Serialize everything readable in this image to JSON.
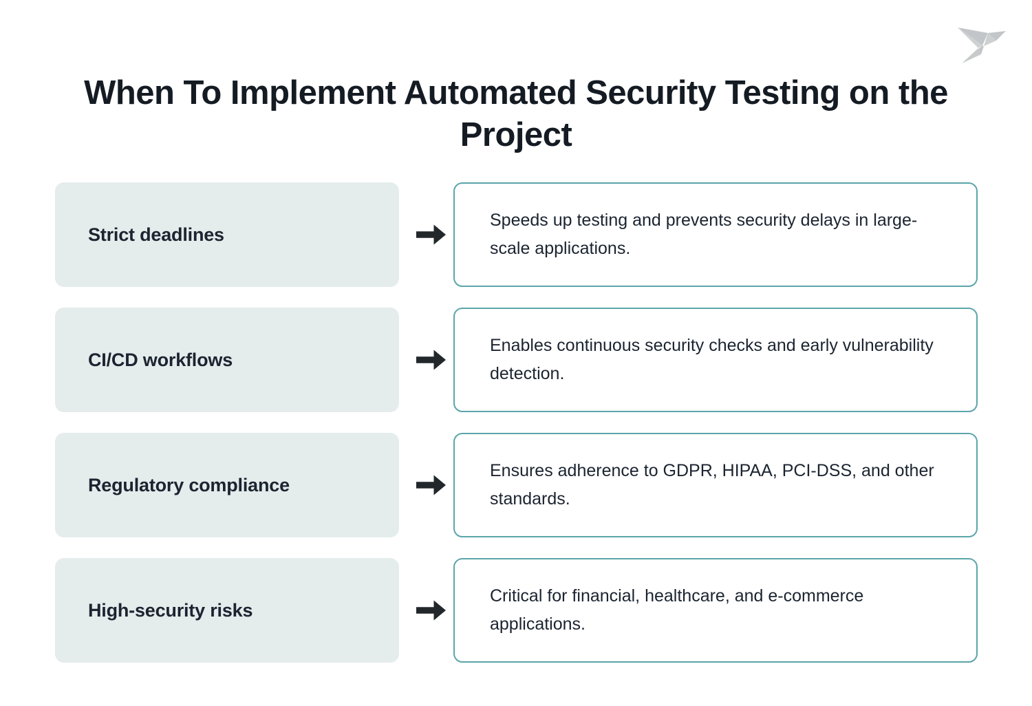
{
  "page": {
    "title": "When To Implement Automated Security Testing on the Project",
    "background_color": "#ffffff",
    "accent_color": "#5ba5aa",
    "term_box_color": "#e5ecec",
    "text_color": "#1b2430",
    "heading_color": "#151b23"
  },
  "logo": {
    "name": "origami-bird-logo",
    "color": "#c3c6c8"
  },
  "rows": [
    {
      "term": "Strict deadlines",
      "arrow": "right-arrow",
      "description": "Speeds up testing and prevents security delays in large-scale applications."
    },
    {
      "term": "CI/CD workflows",
      "arrow": "right-arrow",
      "description": "Enables continuous security checks and early vulnerability detection."
    },
    {
      "term": "Regulatory compliance",
      "arrow": "right-arrow",
      "description": "Ensures adherence to GDPR, HIPAA, PCI-DSS, and other standards."
    },
    {
      "term": "High-security risks",
      "arrow": "right-arrow",
      "description": "Critical for financial, healthcare, and e-commerce applications."
    }
  ]
}
